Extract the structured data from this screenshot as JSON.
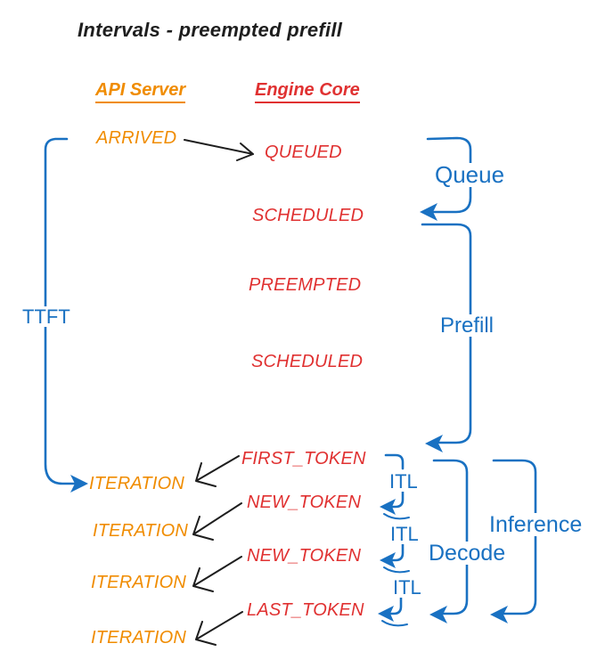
{
  "title": "Intervals - preempted prefill",
  "colors": {
    "orange": "#f08c00",
    "red": "#e03131",
    "blue": "#1971c2",
    "ink": "#1e1e1e",
    "background": "#ffffff"
  },
  "columns": {
    "api_server": {
      "label": "API Server"
    },
    "engine_core": {
      "label": "Engine Core"
    }
  },
  "events": {
    "api_server": [
      "ARRIVED",
      "ITERATION",
      "ITERATION",
      "ITERATION",
      "ITERATION"
    ],
    "engine_core": [
      "QUEUED",
      "SCHEDULED",
      "PREEMPTED",
      "SCHEDULED",
      "FIRST_TOKEN",
      "NEW_TOKEN",
      "NEW_TOKEN",
      "LAST_TOKEN"
    ]
  },
  "intervals": {
    "ttft": "TTFT",
    "queue": "Queue",
    "prefill": "Prefill",
    "itl_1": "ITL",
    "itl_2": "ITL",
    "itl_3": "ITL",
    "decode": "Decode",
    "inference": "Inference"
  }
}
